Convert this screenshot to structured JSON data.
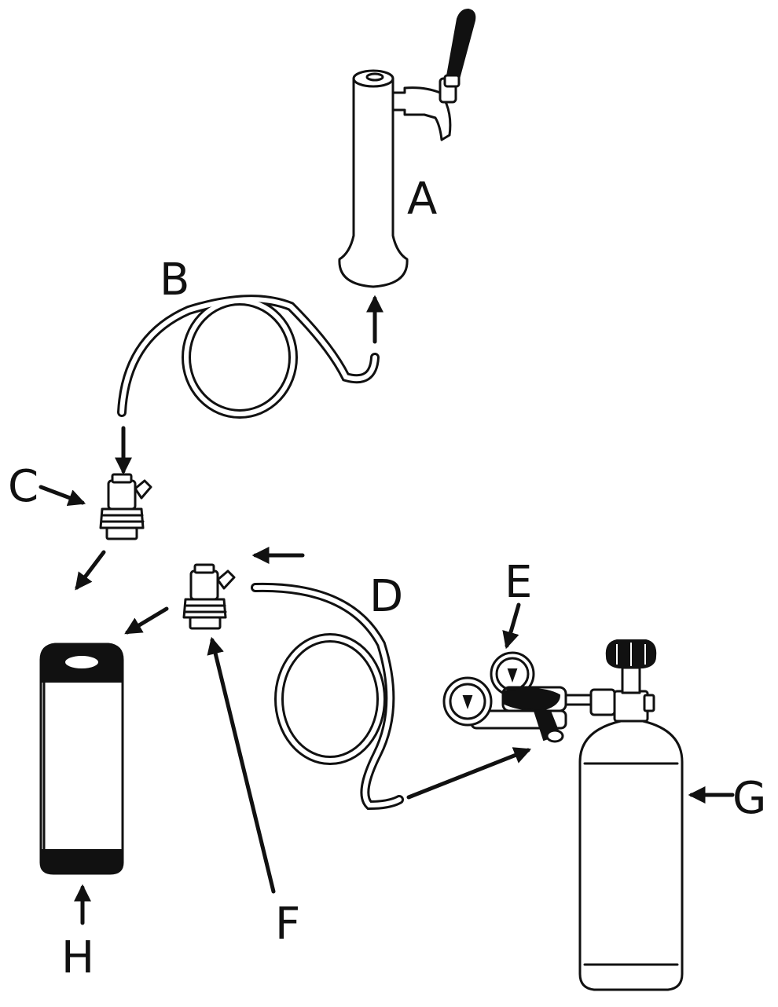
{
  "labels": {
    "a": "A",
    "b": "B",
    "c": "C",
    "d": "D",
    "e": "E",
    "f": "F",
    "g": "G",
    "h": "H"
  },
  "colors": {
    "ink": "#111111",
    "background": "#ffffff"
  }
}
